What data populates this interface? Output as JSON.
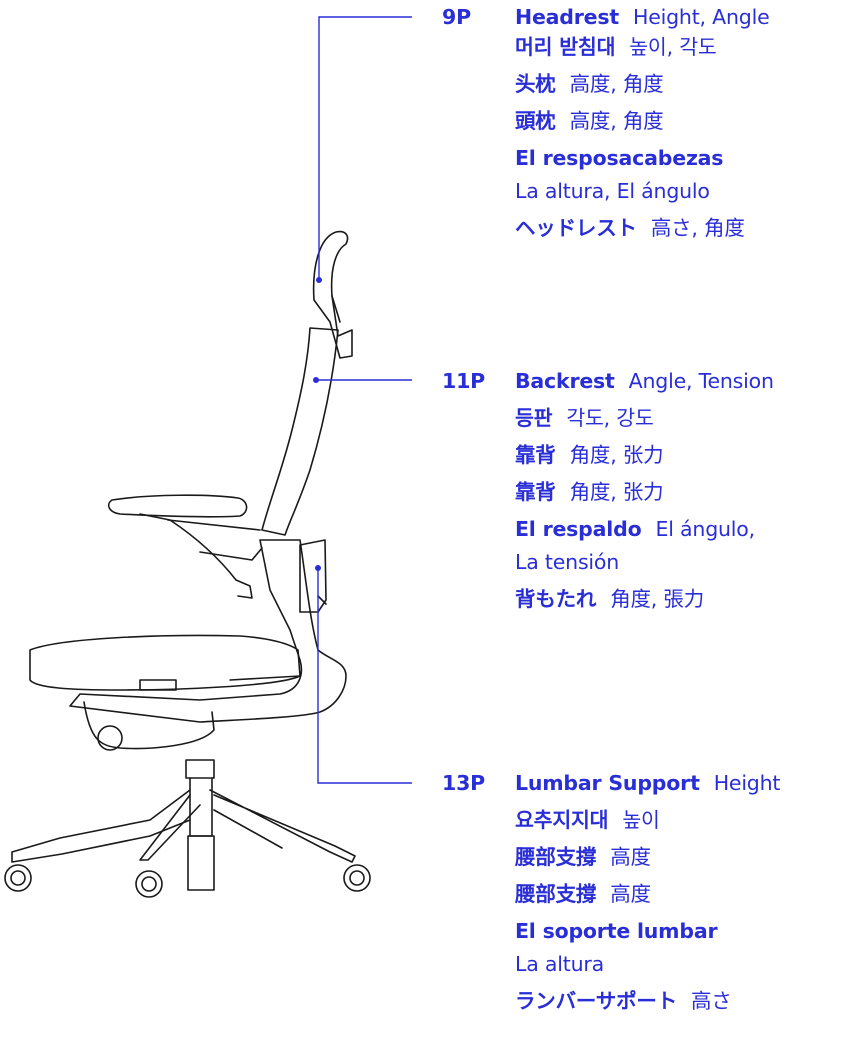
{
  "colors": {
    "accent": "#2a2ed6",
    "outline": "#1a1a1a"
  },
  "callouts": [
    {
      "page": "9P",
      "lines": [
        {
          "bold": "Headrest",
          "light": "Height, Angle"
        },
        {
          "bold": "머리 받침대",
          "light": "높이, 각도"
        },
        {
          "bold": "头枕",
          "light": "高度, 角度"
        },
        {
          "bold": "頭枕",
          "light": "高度, 角度"
        },
        {
          "bold": "El resposacabezas",
          "light": ""
        },
        {
          "bold": "",
          "light": "La altura, El ángulo"
        },
        {
          "bold": "ヘッドレスト",
          "light": "高さ, 角度"
        }
      ]
    },
    {
      "page": "11P",
      "lines": [
        {
          "bold": "Backrest",
          "light": "Angle, Tension"
        },
        {
          "bold": "등판",
          "light": "각도, 강도"
        },
        {
          "bold": "靠背",
          "light": "角度, 张力"
        },
        {
          "bold": "靠背",
          "light": "角度, 张力"
        },
        {
          "bold": "El respaldo",
          "light": "El ángulo,"
        },
        {
          "bold": "",
          "light": "La tensión"
        },
        {
          "bold": "背もたれ",
          "light": "角度, 張力"
        }
      ]
    },
    {
      "page": "13P",
      "lines": [
        {
          "bold": "Lumbar Support",
          "light": "Height"
        },
        {
          "bold": "요추지지대",
          "light": "높이"
        },
        {
          "bold": "腰部支撐",
          "light": "高度"
        },
        {
          "bold": "腰部支撐",
          "light": "高度"
        },
        {
          "bold": "El soporte lumbar",
          "light": ""
        },
        {
          "bold": "",
          "light": "La altura"
        },
        {
          "bold": "ランバーサポート",
          "light": "高さ"
        }
      ]
    }
  ]
}
